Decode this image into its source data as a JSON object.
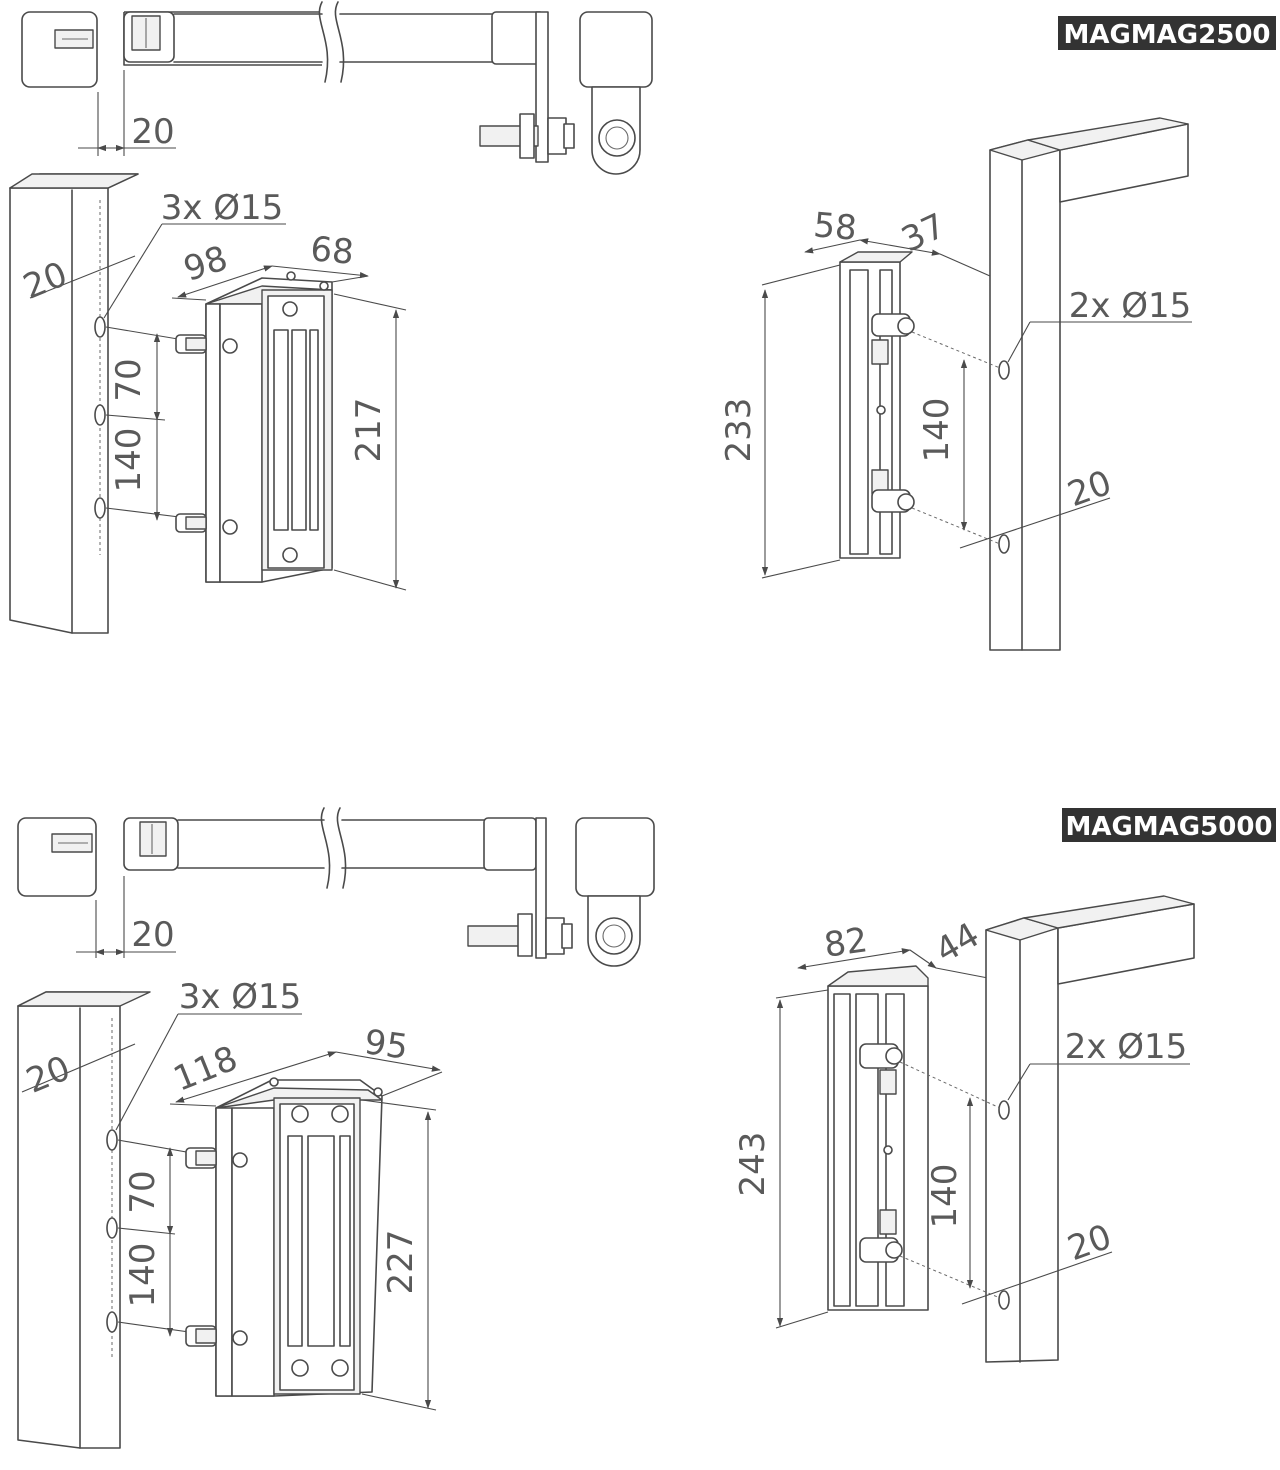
{
  "models": [
    {
      "badge": "MAGMAG2500",
      "top_offset": "20",
      "holes_left": "3x Ø15",
      "post_width": "20",
      "spacing_upper": "70",
      "spacing_total": "140",
      "depth": "98",
      "width": "68",
      "height": "217",
      "armature_width": "58",
      "armature_offset": "37",
      "holes_right": "2x Ø15",
      "armature_height": "233",
      "armature_spacing": "140",
      "armature_post": "20"
    },
    {
      "badge": "MAGMAG5000",
      "top_offset": "20",
      "holes_left": "3x Ø15",
      "post_width": "20",
      "spacing_upper": "70",
      "spacing_total": "140",
      "depth": "118",
      "width": "95",
      "height": "227",
      "armature_width": "82",
      "armature_offset": "44",
      "holes_right": "2x Ø15",
      "armature_height": "243",
      "armature_spacing": "140",
      "armature_post": "20"
    }
  ],
  "colors": {
    "line": "#4a4a4a",
    "badge_bg": "#333333",
    "badge_text": "#ffffff"
  }
}
